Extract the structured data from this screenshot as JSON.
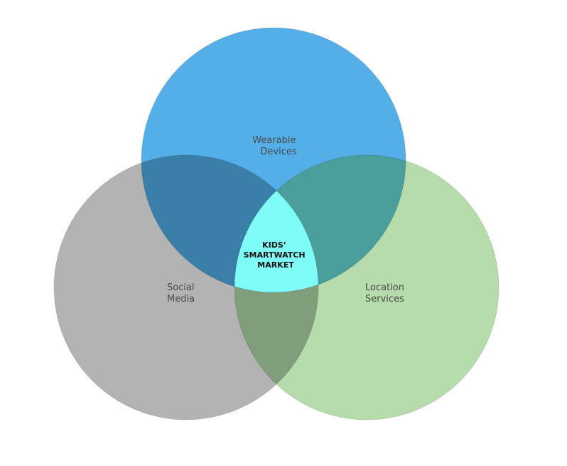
{
  "diagram": {
    "type": "venn",
    "sets": [
      {
        "id": "wearable",
        "label_lines": [
          "Wearable",
          "Devices"
        ],
        "color": "#54aee8"
      },
      {
        "id": "social",
        "label_lines": [
          "Social",
          "Media"
        ],
        "color": "#b3b3b3"
      },
      {
        "id": "location",
        "label_lines": [
          "Location",
          "Services"
        ],
        "color": "#b5dcaa"
      }
    ],
    "intersections": {
      "wearable_social": {
        "color": "#3a7fa8"
      },
      "wearable_location": {
        "color": "#4a9e9c"
      },
      "social_location": {
        "color": "#809e7a"
      },
      "all": {
        "label_lines": [
          "KIDS’",
          "SMARTWATCH",
          "MARKET"
        ],
        "color": "#80fcf8"
      }
    }
  }
}
